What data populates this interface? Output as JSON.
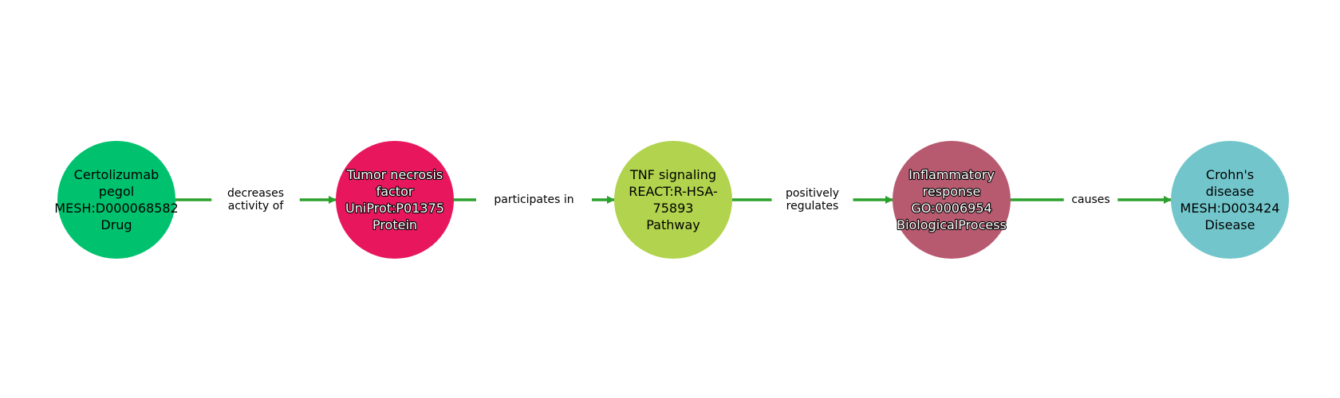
{
  "colors": {
    "edge": "#2ca02c",
    "background": "#ffffff"
  },
  "nodes": [
    {
      "lines": [
        "Certolizumab",
        "pegol",
        "MESH:D000068582",
        "Drug"
      ],
      "fill": "#00c26e",
      "text_color": "#000000",
      "halo": false
    },
    {
      "lines": [
        "Tumor necrosis",
        "factor",
        "UniProt:P01375",
        "Protein"
      ],
      "fill": "#e8175d",
      "text_color": "#ffffff",
      "halo": true
    },
    {
      "lines": [
        "TNF signaling",
        "REACT:R-HSA-",
        "75893",
        "Pathway"
      ],
      "fill": "#b1d34d",
      "text_color": "#000000",
      "halo": false
    },
    {
      "lines": [
        "Inflammatory",
        "response",
        "GO:0006954",
        "BiologicalProcess"
      ],
      "fill": "#b75a70",
      "text_color": "#ffffff",
      "halo": true
    },
    {
      "lines": [
        "Crohn's",
        "disease",
        "MESH:D003424",
        "Disease"
      ],
      "fill": "#72c6cb",
      "text_color": "#000000",
      "halo": false
    }
  ],
  "edges": [
    {
      "from": 0,
      "to": 1,
      "lines": [
        "decreases",
        "activity of"
      ]
    },
    {
      "from": 1,
      "to": 2,
      "lines": [
        "participates in"
      ]
    },
    {
      "from": 2,
      "to": 3,
      "lines": [
        "positively",
        "regulates"
      ]
    },
    {
      "from": 3,
      "to": 4,
      "lines": [
        "causes"
      ]
    }
  ]
}
